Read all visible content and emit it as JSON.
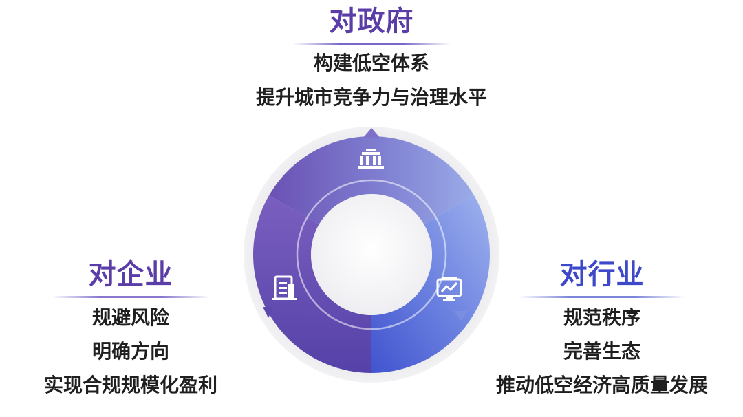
{
  "government": {
    "title": "对政府",
    "lines": [
      "构建低空体系",
      "提升城市竞争力与治理水平"
    ]
  },
  "enterprise": {
    "title": "对企业",
    "lines": [
      "规避风险",
      "明确方向",
      "实现合规规模化盈利"
    ]
  },
  "industry": {
    "title": "对行业",
    "lines": [
      "规范秩序",
      "完善生态",
      "推动低空经济高质量发展"
    ]
  },
  "icons": [
    "government-building-icon",
    "enterprise-document-icon",
    "industry-chart-icon"
  ],
  "colors": {
    "purple": "#5b3da8",
    "blue": "#3d49c9",
    "ring_purple": "#6a4fb0",
    "ring_blue": "#4d62d6",
    "ring_light": "#8fa3e6"
  }
}
